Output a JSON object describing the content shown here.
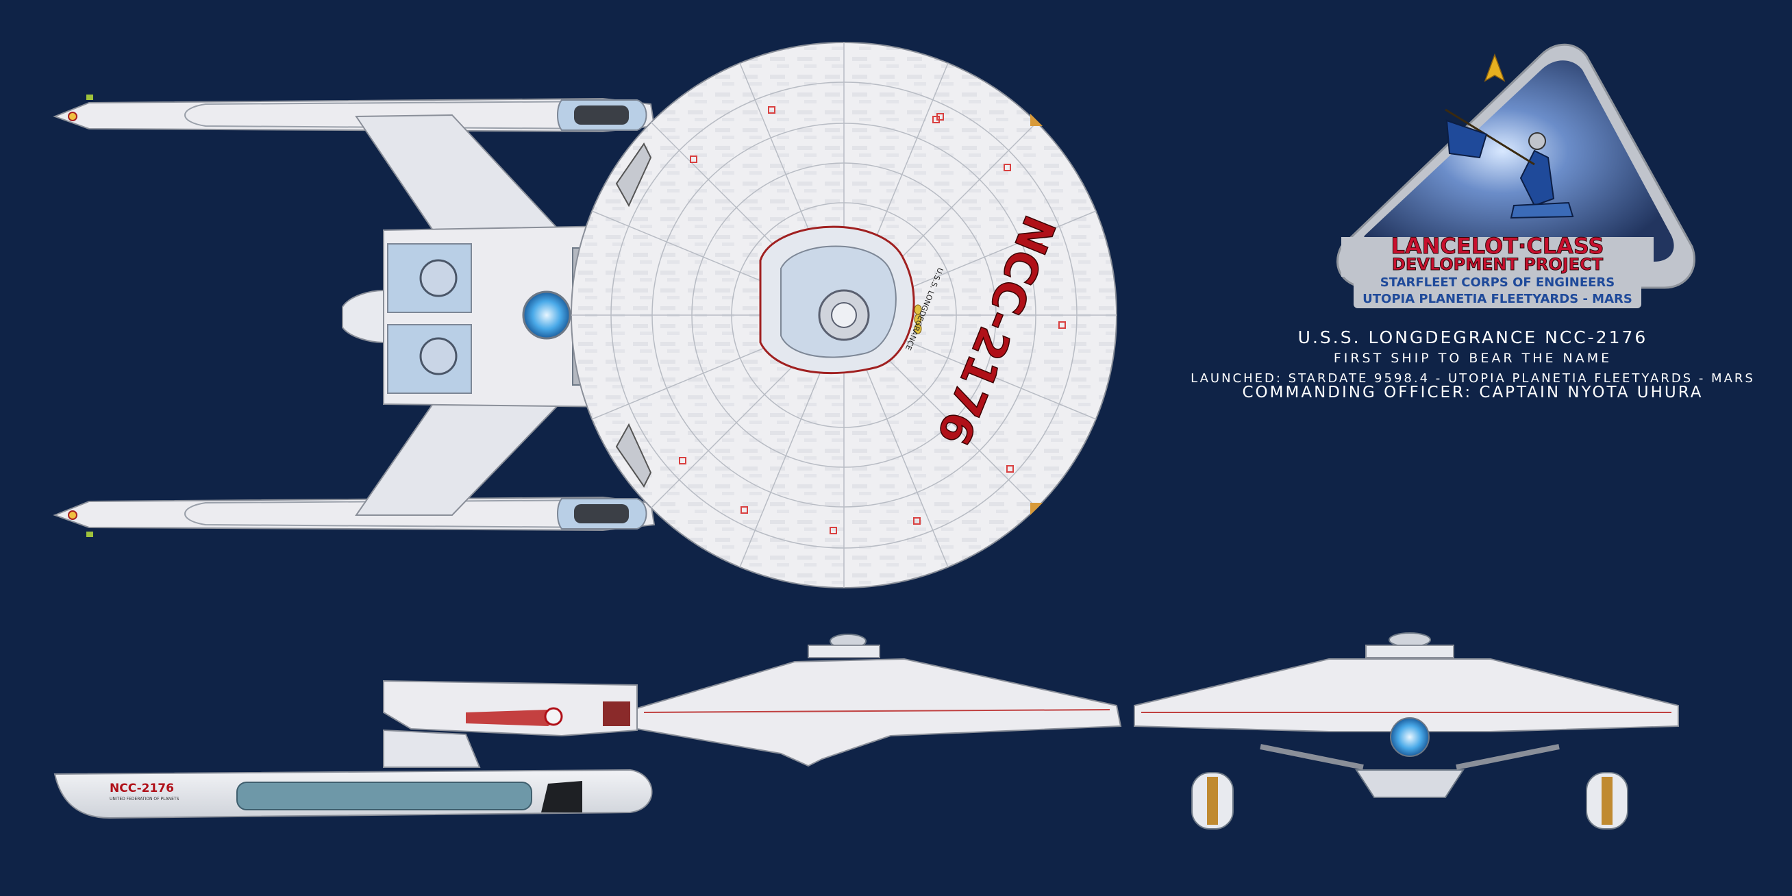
{
  "ship": {
    "name_line": "U.S.S. LONGDEGRANCE NCC-2176",
    "tagline": "FIRST SHIP TO BEAR THE NAME",
    "launch_line": "LAUNCHED: STARDATE 9598.4 - UTOPIA PLANETIA FLEETYARDS - MARS",
    "commander_line": "COMMANDING OFFICER: CAPTAIN NYOTA UHURA",
    "registry": "NCC-2176",
    "hull_name": "U.S.S. LONGDEGRANCE",
    "affiliation": "UNITED FEDERATION OF PLANETS"
  },
  "insignia": {
    "line1": "LANCELOT·CLASS",
    "line2": "DEVLOPMENT PROJECT",
    "line3": "STARFLEET CORPS OF ENGINEERS",
    "line4": "UTOPIA PLANETIA FLEETYARDS  - MARS"
  },
  "views": {
    "top": "dorsal-view",
    "side": "port-profile-view",
    "front": "fore-view"
  },
  "colors": {
    "background": "#0f2347",
    "hull": "#ececf0",
    "hull_shade": "#c8ccd4",
    "hull_line": "#8a8f99",
    "accent_blue": "#b9cfe6",
    "registry_red": "#b01018",
    "insignia_red": "#c8102e",
    "insignia_blue": "#1f4a9a",
    "insignia_silver": "#c0c4cc",
    "delta_gold": "#e8b020"
  }
}
